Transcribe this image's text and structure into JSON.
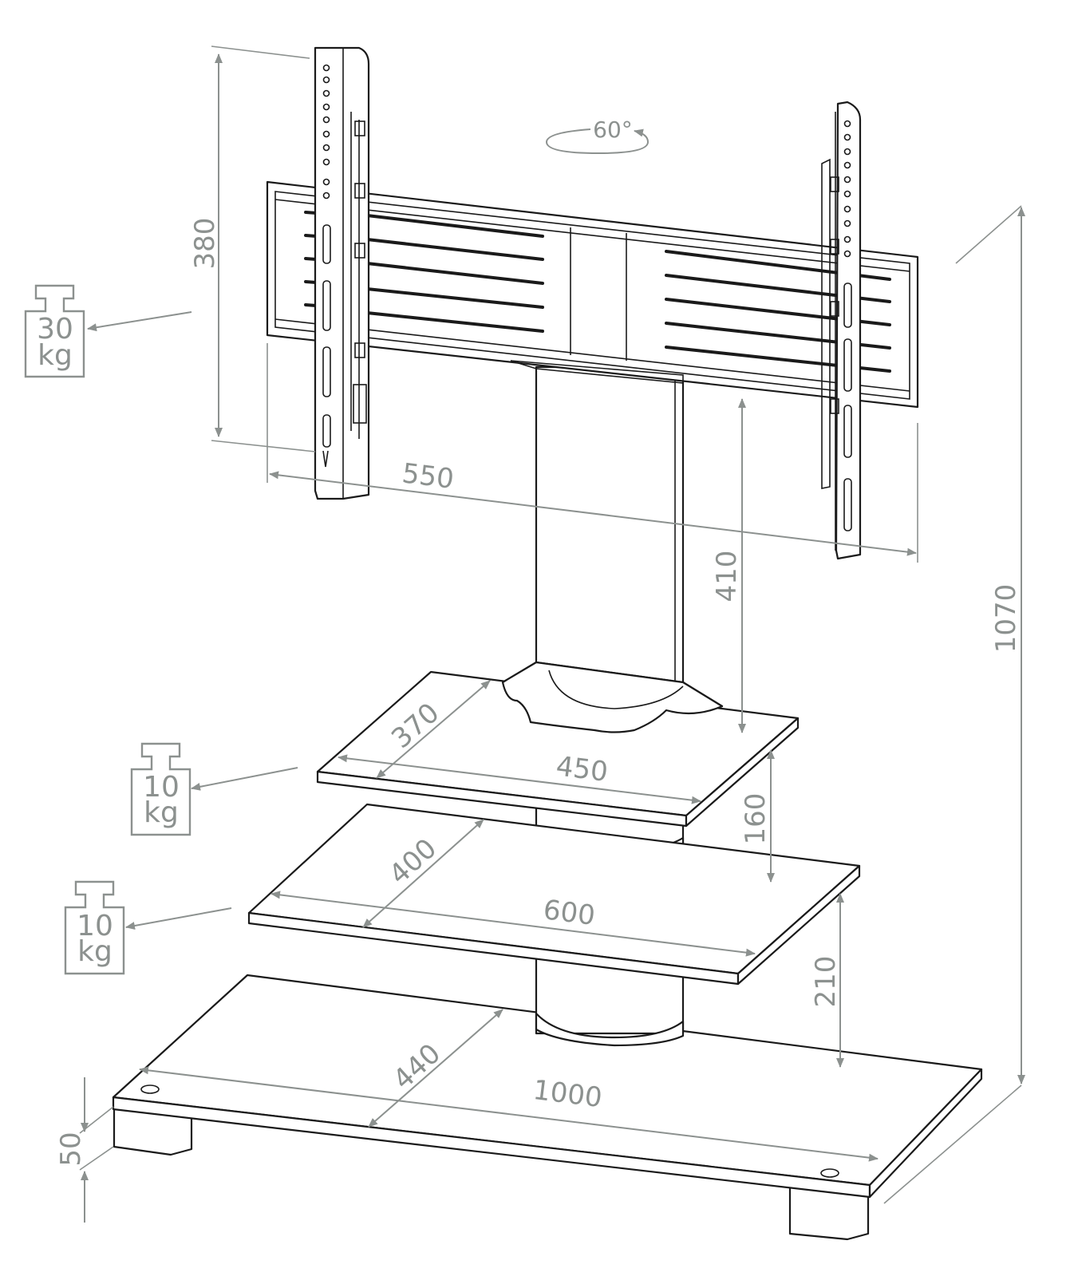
{
  "angle": "60°",
  "dimensions": {
    "mount_height": "380",
    "mount_width": "550",
    "column_gap": "410",
    "overall_height": "1070",
    "top_shelf_depth": "370",
    "top_shelf_width": "450",
    "shelf_spacing_upper": "160",
    "middle_shelf_depth": "400",
    "middle_shelf_width": "600",
    "shelf_spacing_lower": "210",
    "base_depth": "440",
    "base_width": "1000",
    "foot_height": "50"
  },
  "weights": {
    "tv_mount": {
      "value": "30",
      "unit": "kg"
    },
    "top_shelf": {
      "value": "10",
      "unit": "kg"
    },
    "middle_shelf": {
      "value": "10",
      "unit": "kg"
    }
  },
  "colors": {
    "line": "#1a1a1a",
    "dimension": "#8c918f",
    "background": "#ffffff"
  }
}
